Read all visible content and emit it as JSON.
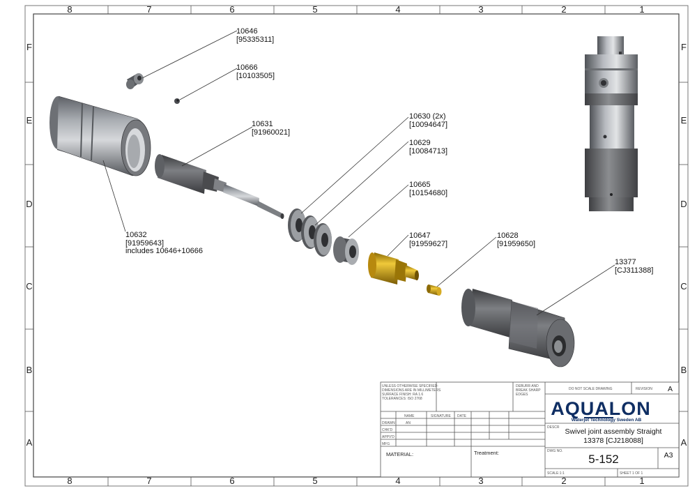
{
  "zones": {
    "columns": [
      "8",
      "7",
      "6",
      "5",
      "4",
      "3",
      "2",
      "1"
    ],
    "rows": [
      "F",
      "E",
      "D",
      "C",
      "B",
      "A"
    ]
  },
  "callouts": [
    {
      "part": "10646",
      "ref": "[95335311]"
    },
    {
      "part": "10666",
      "ref": "[10103505]"
    },
    {
      "part": "10631",
      "ref": "[91960021]"
    },
    {
      "part": "10630 (2x)",
      "ref": "[10094647]"
    },
    {
      "part": "10629",
      "ref": "[10084713]"
    },
    {
      "part": "10665",
      "ref": "[10154680]"
    },
    {
      "part": "10632",
      "ref": "[91959643]",
      "note": "includes 10646+10666"
    },
    {
      "part": "10647",
      "ref": "[91959627]"
    },
    {
      "part": "10628",
      "ref": "[91959650]"
    },
    {
      "part": "13377",
      "ref": "[CJ311388]"
    }
  ],
  "title_block": {
    "tolerance_lines": [
      "UNLESS OTHERWISE SPECIFIED:",
      "DIMENSIONS ARE IN MILLIMETERS",
      "SURFACE FINISH: RA 1.6",
      "TOLERANCES: ISO 2768"
    ],
    "finish_lines": [
      "DEBURR AND",
      "BREAK SHARP",
      "EDGES"
    ],
    "col_headers": [
      "NAME",
      "SIGNATURE",
      "DATE"
    ],
    "row_labels": [
      "DRAWN",
      "CHK'D",
      "APPV'D",
      "MFG"
    ],
    "drawn_by": "AN",
    "do_not_scale": "DO NOT SCALE DRAWING",
    "revision_label": "REVISION",
    "revision_value": "A",
    "company": "AQUALON",
    "company_sub": "Waterjet Technology Sweden AB",
    "description_label": "DESCR",
    "title_line1": "Swivel joint assembly Straight",
    "title_line2": "13378 [CJ218088]",
    "material_label": "MATERIAL:",
    "treatment_label": "Treatment:",
    "dwg_no_label": "DWG NO.",
    "dwg_no": "5-152",
    "sheet_size": "A3",
    "scale_label": "SCALE:1:1",
    "sheet_label": "SHEET 1 OF 1"
  },
  "colors": {
    "steel": "#8c8f93",
    "steel_dark": "#5b5e63",
    "brass": "#c49a12",
    "logo_blue": "#0f2e63"
  }
}
